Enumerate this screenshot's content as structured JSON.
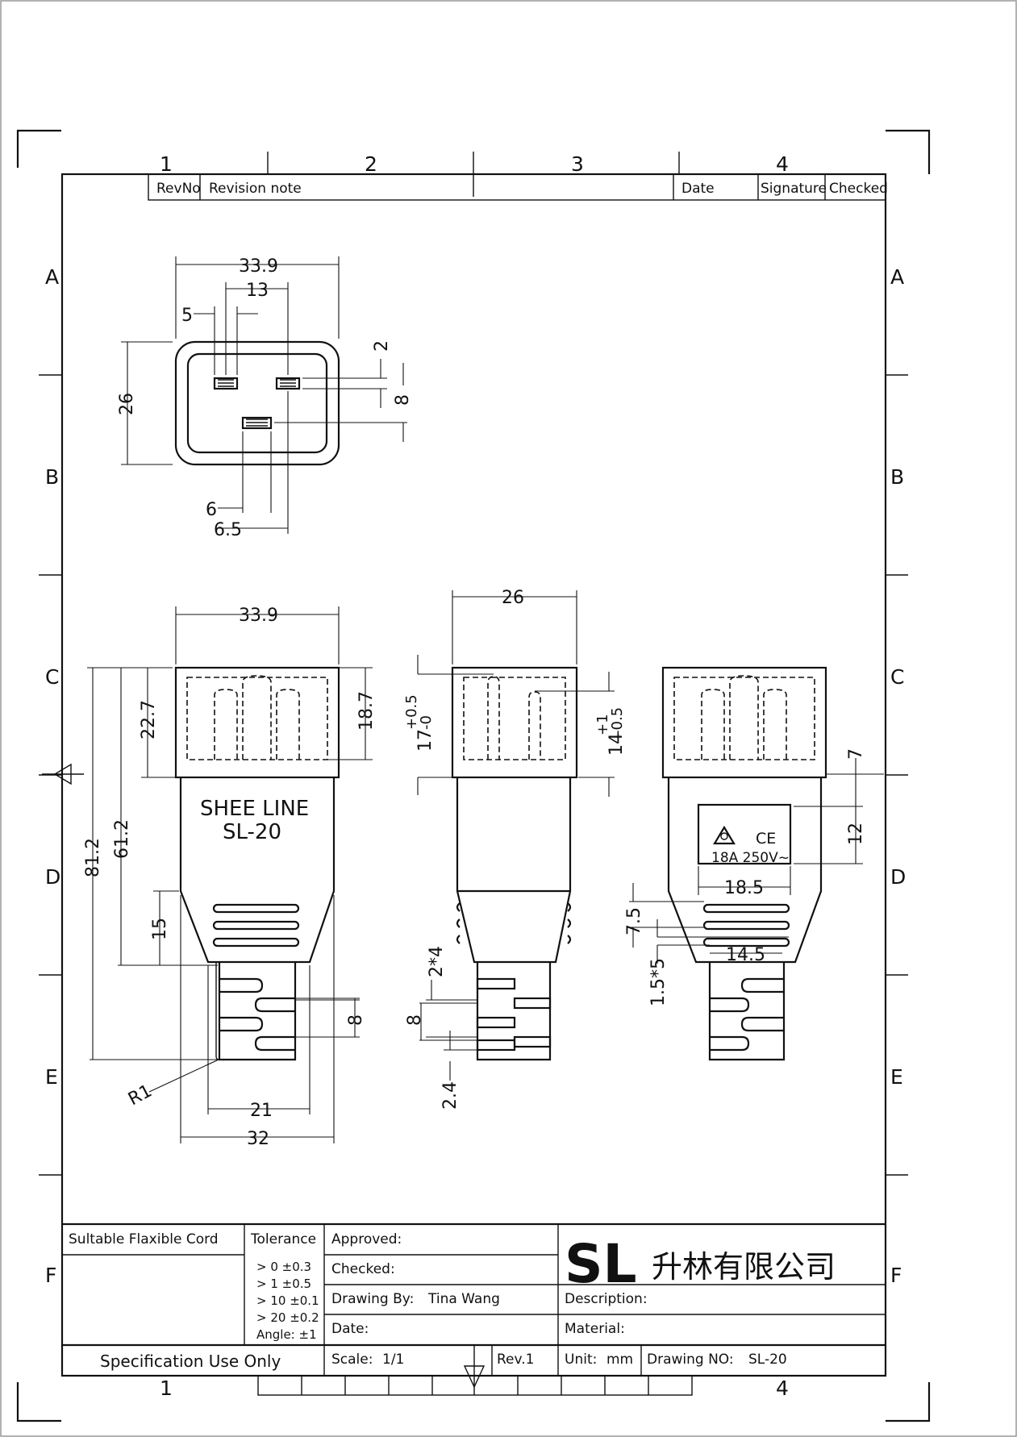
{
  "grid": {
    "columns": [
      "1",
      "2",
      "3",
      "4"
    ],
    "rows": [
      "A",
      "B",
      "C",
      "D",
      "E",
      "F"
    ]
  },
  "revision_table": {
    "rev_no": "RevNo",
    "revision_note": "Revision note",
    "date": "Date",
    "signature": "Signature",
    "checked": "Checked"
  },
  "product_marking": {
    "brand": "SHEE LINE",
    "model": "SL-20",
    "rating": "18A 250V~",
    "ce_mark": "CE",
    "cert_icon": "certification-triangle-icon"
  },
  "dimensions": {
    "top_view": {
      "overall_width": "33.9",
      "pin_spacing": "13",
      "pin_width": "5",
      "pin_thickness": "2",
      "pin_offset": "8",
      "overall_height": "26",
      "bottom_pin_width": "6",
      "bottom_pin_offset": "6.5"
    },
    "front_view": {
      "overall_width": "33.9",
      "head_height": "22.7",
      "socket_depth": "18.7",
      "body_length": "61.2",
      "overall_length": "81.2",
      "grip_length": "15",
      "slot_pitch": "8",
      "radius": "R1",
      "tail_width": "21",
      "grip_width": "32"
    },
    "side_view": {
      "overall_width": "26",
      "left_pin_depth": "17",
      "left_pin_tol_plus": "+0.5",
      "left_pin_tol_minus": "-0",
      "right_pin_depth": "14",
      "right_pin_tol_plus": "+1",
      "right_pin_tol_minus": "-0.5",
      "slot_count": "2*4",
      "slot_pitch": "8",
      "slot_width": "2.4"
    },
    "back_view": {
      "label_offset": "7",
      "label_height": "12",
      "grip_width": "18.5",
      "grip_length": "7.5",
      "rib_width": "14.5",
      "rib_count": "1.5*5"
    }
  },
  "title_block": {
    "cord_label": "Sultable Flaxible Cord",
    "tolerance_label": "Tolerance",
    "tolerances": [
      "> 0  ±0.3",
      "> 1  ±0.5",
      "> 10  ±0.1",
      "> 20  ±0.2",
      "Angle: ±1"
    ],
    "approved_label": "Approved:",
    "checked_label": "Checked:",
    "drawing_by_label": "Drawing By:",
    "drawing_by_value": "Tina Wang",
    "date_label": "Date:",
    "logo_text": "SL",
    "company_name": "升林有限公司",
    "description_label": "Description:",
    "material_label": "Material:",
    "spec_note": "Specification Use Only",
    "scale_label": "Scale:",
    "scale_value": "1/1",
    "rev_value": "Rev.1",
    "unit_label": "Unit:",
    "unit_value": "mm",
    "drawing_no_label": "Drawing NO:",
    "drawing_no_value": "SL-20"
  }
}
